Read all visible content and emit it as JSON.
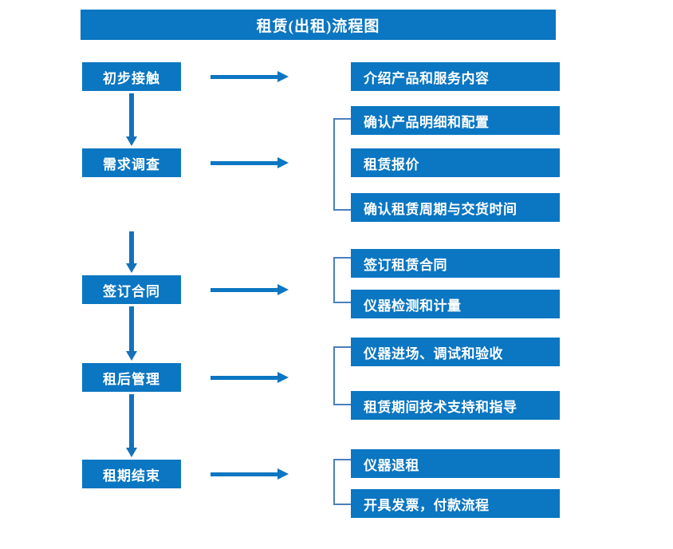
{
  "title": "租赁(出租)流程图",
  "colors": {
    "box_blue": "#0b76c2",
    "arrow_blue": "#1372ba",
    "bracket_blue": "#4a7fbc",
    "text_white": "#ffffff",
    "background": "#ffffff"
  },
  "stages": [
    {
      "label": "初步接触"
    },
    {
      "label": "需求调查"
    },
    {
      "label": "签订合同"
    },
    {
      "label": "租后管理"
    },
    {
      "label": "租期结束"
    }
  ],
  "details": [
    {
      "label": "介绍产品和服务内容"
    },
    {
      "label": "确认产品明细和配置"
    },
    {
      "label": "租赁报价"
    },
    {
      "label": "确认租赁周期与交货时间"
    },
    {
      "label": "签订租赁合同"
    },
    {
      "label": "仪器检测和计量"
    },
    {
      "label": "仪器进场、调试和验收"
    },
    {
      "label": "租赁期间技术支持和指导"
    },
    {
      "label": "仪器退租"
    },
    {
      "label": "开具发票，付款流程"
    }
  ],
  "chart_data": {
    "type": "diagram",
    "title": "租赁(出租)流程图",
    "diagram_kind": "flowchart",
    "orientation": "top-to-bottom with lateral detail branches",
    "nodes": [
      {
        "id": "stage-1",
        "label": "初步接触",
        "column": "left",
        "details": [
          "介绍产品和服务内容"
        ],
        "grouped": false
      },
      {
        "id": "stage-2",
        "label": "需求调查",
        "column": "left",
        "details": [
          "确认产品明细和配置",
          "租赁报价",
          "确认租赁周期与交货时间"
        ],
        "grouped": true
      },
      {
        "id": "stage-3",
        "label": "签订合同",
        "column": "left",
        "details": [
          "签订租赁合同",
          "仪器检测和计量"
        ],
        "grouped": true
      },
      {
        "id": "stage-4",
        "label": "租后管理",
        "column": "left",
        "details": [
          "仪器进场、调试和验收",
          "租赁期间技术支持和指导"
        ],
        "grouped": true
      },
      {
        "id": "stage-5",
        "label": "租期结束",
        "column": "left",
        "details": [
          "仪器退租",
          "开具发票，付款流程"
        ],
        "grouped": true
      }
    ],
    "edges": [
      {
        "from": "初步接触",
        "to": "需求调查",
        "direction": "down"
      },
      {
        "from": "需求调查",
        "to": "签订合同",
        "direction": "down"
      },
      {
        "from": "签订合同",
        "to": "租后管理",
        "direction": "down"
      },
      {
        "from": "租后管理",
        "to": "租期结束",
        "direction": "down"
      },
      {
        "from": "初步接触",
        "to": "介绍产品和服务内容",
        "direction": "right"
      },
      {
        "from": "需求调查",
        "to": "需求调查详情组",
        "direction": "right"
      },
      {
        "from": "签订合同",
        "to": "签订合同详情组",
        "direction": "right"
      },
      {
        "from": "租后管理",
        "to": "租后管理详情组",
        "direction": "right"
      },
      {
        "from": "租期结束",
        "to": "租期结束详情组",
        "direction": "right"
      }
    ]
  }
}
